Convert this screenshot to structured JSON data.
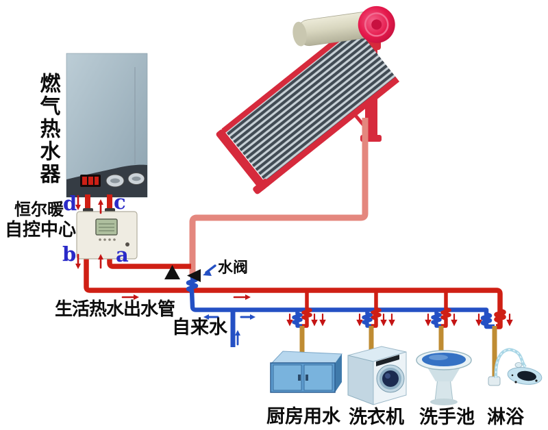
{
  "labels": {
    "gas_heater": "燃气热水器",
    "controller_brand": "恒尔暖",
    "controller_name": "自控中心",
    "ports": {
      "a": "a",
      "b": "b",
      "c": "c",
      "d": "d"
    },
    "water_valve": "水阀",
    "hot_water_outlet": "生活热水出水管",
    "tap_water": "自来水",
    "appliances": [
      "厨房用水",
      "洗衣机",
      "洗手池",
      "淋浴"
    ]
  },
  "icons": {
    "valve_symbol": "black-triangle-valve",
    "flow_arrows_hot": "red-arrow",
    "flow_arrows_cold": "blue-arrow"
  },
  "colors": {
    "hot_pipe": "#cf1f14",
    "solar_supply_pipe": "#e4877e",
    "cold_pipe": "#2450c4",
    "fixture_pipe": "#bf8c33",
    "arrow_red": "#c41414",
    "port_letters": "#2a2ac8",
    "valve_symbol": "#111111",
    "solar_tank_body": "#d9d7c0",
    "solar_tank_cap": "#e5194c",
    "collector_tube_dark": "#414b54",
    "collector_frame": "#d62a3c",
    "gas_heater_body": "#a9bcc6",
    "gas_heater_panel": "#353c44",
    "controller_body": "#efece2"
  }
}
